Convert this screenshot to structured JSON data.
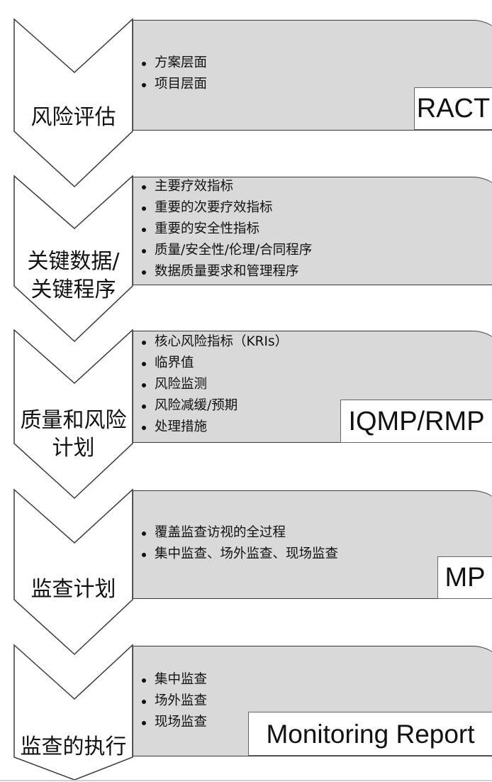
{
  "steps": [
    {
      "label": "风险评估",
      "bullets": [
        "方案层面",
        "项目层面"
      ],
      "tag": "RACT"
    },
    {
      "label": "关键数据/\n关键程序",
      "label_line1": "关键数据/",
      "label_line2": "关键程序",
      "bullets": [
        "主要疗效指标",
        "重要的次要疗效指标",
        "重要的安全性指标",
        "质量/安全性/伦理/合同程序",
        "数据质量要求和管理程序"
      ],
      "tag": ""
    },
    {
      "label_line1": "质量和风险",
      "label_line2": "计划",
      "bullets": [
        "核心风险指标（KRIs）",
        "临界值",
        "风险监测",
        "风险减缓/预期",
        "处理措施"
      ],
      "tag": "IQMP/RMP"
    },
    {
      "label": "监查计划",
      "bullets": [
        "覆盖监查访视的全过程",
        "集中监查、场外监查、现场监查"
      ],
      "tag": "MP"
    },
    {
      "label": "监查的执行",
      "bullets": [
        "集中监查",
        "场外监查",
        "现场监查"
      ],
      "tag": "Monitoring Report"
    }
  ],
  "colors": {
    "bar_fill": "#d9d9d9",
    "outline": "#3a3a3a",
    "chevron_fill": "#ffffff"
  }
}
